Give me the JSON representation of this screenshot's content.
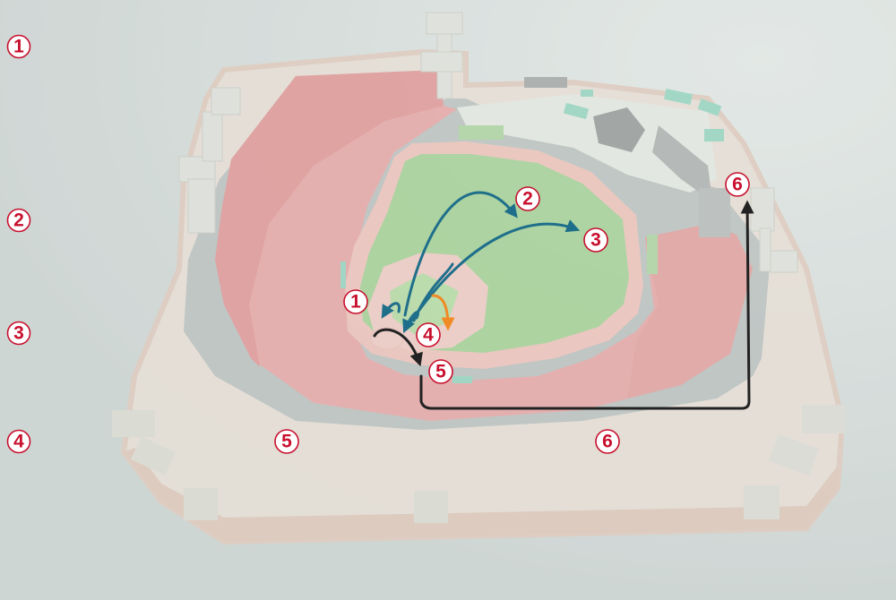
{
  "colors": {
    "background": "#d3dad9",
    "stadium_base": "#efe6de",
    "stadium_rim": "#e3cbbd",
    "seating": "#e8a3a2",
    "seating_dark": "#d98e8e",
    "concourse": "#b9c0bf",
    "outfield_grass": "#9bcf8e",
    "infield_grass": "#a9d79a",
    "warning_track": "#f1c4bd",
    "infield_dirt": "#f2cdc8",
    "accent_teal": "#8fd3bf",
    "structure": "#e2e4df",
    "path_blue": "#1f6f8b",
    "path_orange": "#f08a24",
    "path_black": "#222222",
    "marker_red": "#c8102e"
  },
  "legend": {
    "markers": [
      "1",
      "2",
      "3",
      "4",
      "5",
      "6"
    ]
  },
  "field_markers": {
    "m1": "1",
    "m2": "2",
    "m3": "3",
    "m4": "4",
    "m5a": "5",
    "m5b": "5",
    "m6a": "6",
    "m6b": "6"
  }
}
